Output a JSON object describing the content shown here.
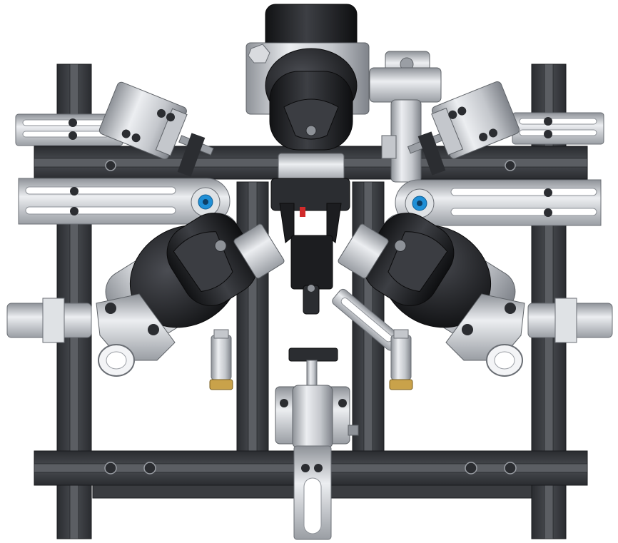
{
  "colors": {
    "background": "#ffffff",
    "frame": "#3a3c40",
    "frame_dark": "#1f2023",
    "frame_slot": "#5a5d62",
    "metal": "#cfd2d6",
    "metal_light": "#e9ebee",
    "metal_dark": "#8e9298",
    "cylinder": "#1c1d20",
    "cylinder_highlight": "#4a4c52",
    "accent_blue": "#1f8fd6",
    "brass": "#c9a24a",
    "red_tip": "#d12a2a"
  },
  "icons": [
    "aluminum-frame",
    "pneumatic-cylinder",
    "sensor-mount",
    "gripper",
    "pivot-bearing",
    "flow-valve",
    "adjustment-slot"
  ]
}
